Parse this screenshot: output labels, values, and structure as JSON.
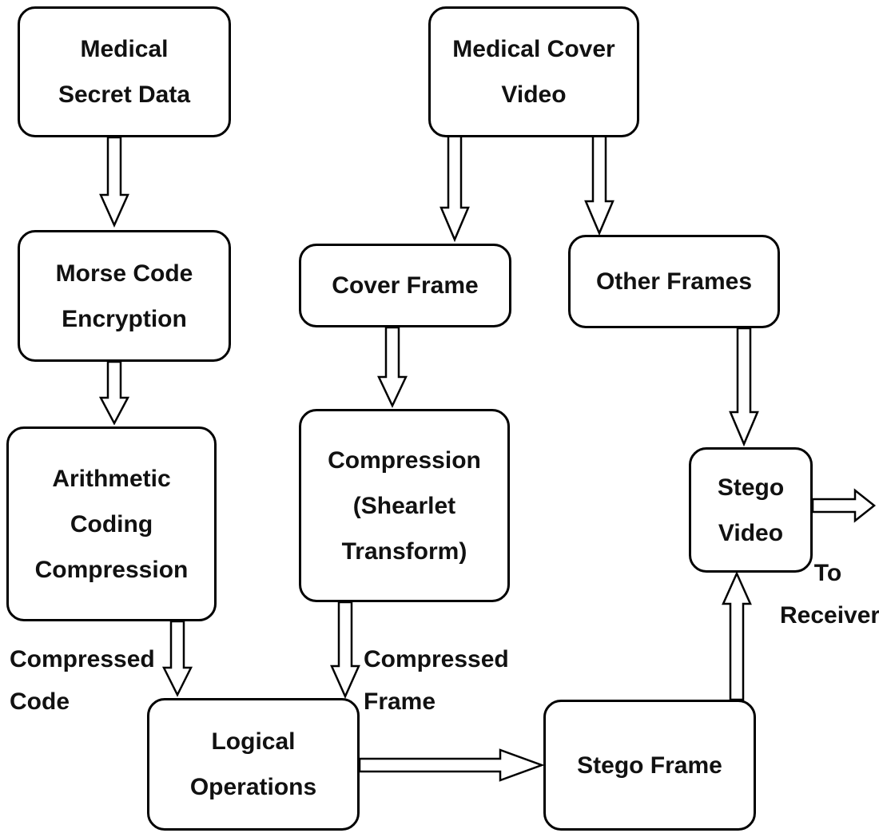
{
  "nodes": {
    "medical_secret_data": "Medical\nSecret Data",
    "medical_cover_video": "Medical Cover\nVideo",
    "morse_code_encryption": "Morse Code\nEncryption",
    "cover_frame": "Cover Frame",
    "other_frames": "Other Frames",
    "arithmetic_coding_compression": "Arithmetic\nCoding\nCompression",
    "compression_shearlet": "Compression\n(Shearlet\nTransform)",
    "stego_video": "Stego\nVideo",
    "logical_operations": "Logical\nOperations",
    "stego_frame": "Stego Frame"
  },
  "labels": {
    "compressed_code": "Compressed\nCode",
    "compressed_frame": "Compressed\nFrame",
    "to_receiver": "To\nReceiver"
  }
}
